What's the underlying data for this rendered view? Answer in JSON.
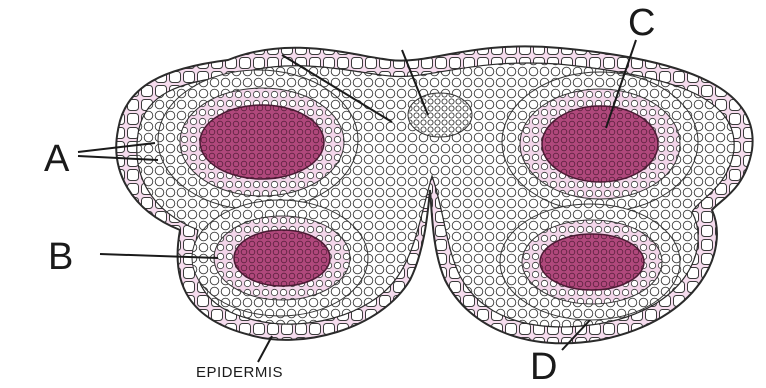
{
  "labels": {
    "a": "A",
    "b": "B",
    "c": "C",
    "d": "D",
    "epidermis": "EPIDERMIS"
  },
  "colors": {
    "sporogenous_tissue": "#b0487c",
    "tapetum_band": "#f3d6ea",
    "cell_outline": "#2b2b2b",
    "background": "#ffffff"
  }
}
